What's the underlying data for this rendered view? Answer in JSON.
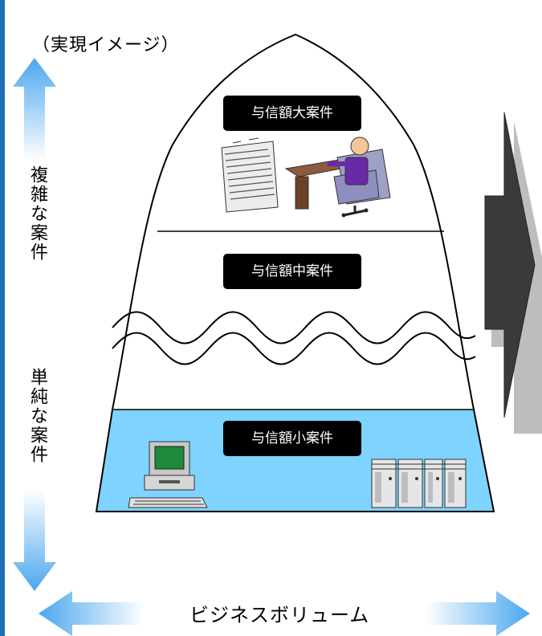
{
  "caption": "（実現イメージ）",
  "axes": {
    "vertical_top": "複雑な案件",
    "vertical_bottom": "単純な案件",
    "horizontal": "ビジネスボリューム"
  },
  "tiers": [
    {
      "label": "与信額大案件"
    },
    {
      "label": "与信額中案件"
    },
    {
      "label": "与信額小案件"
    }
  ],
  "colors": {
    "arrow": "#5aaff0",
    "bottom_band": "#7fd3ff",
    "big_arrow": "#3a3a3a",
    "left_bar": "#1f6fb8"
  }
}
